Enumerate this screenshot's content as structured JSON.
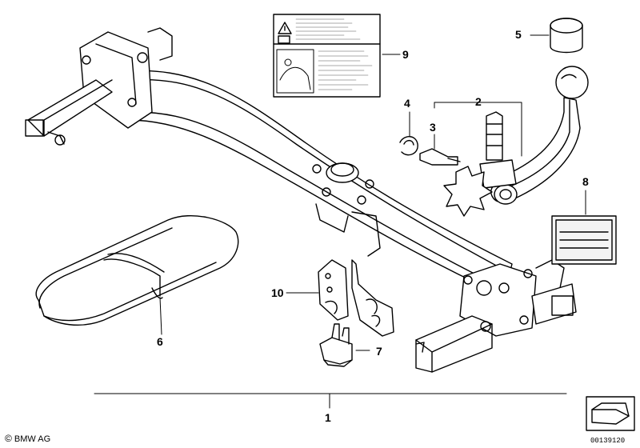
{
  "callouts": [
    {
      "id": "1",
      "label": "1"
    },
    {
      "id": "2",
      "label": "2"
    },
    {
      "id": "3",
      "label": "3"
    },
    {
      "id": "4",
      "label": "4"
    },
    {
      "id": "5",
      "label": "5"
    },
    {
      "id": "6",
      "label": "6"
    },
    {
      "id": "7",
      "label": "7"
    },
    {
      "id": "8",
      "label": "8"
    },
    {
      "id": "9",
      "label": "9"
    },
    {
      "id": "10",
      "label": "10"
    }
  ],
  "footer": {
    "brand": "BMW AG",
    "copyright_symbol": "©",
    "diagram_number": "00139120"
  },
  "colors": {
    "line": "#000000",
    "background": "#ffffff",
    "label_fill": "#f4f4f4"
  },
  "icons": [
    "warning-triangle-icon",
    "manual-book-icon",
    "corner-arrow-icon"
  ]
}
